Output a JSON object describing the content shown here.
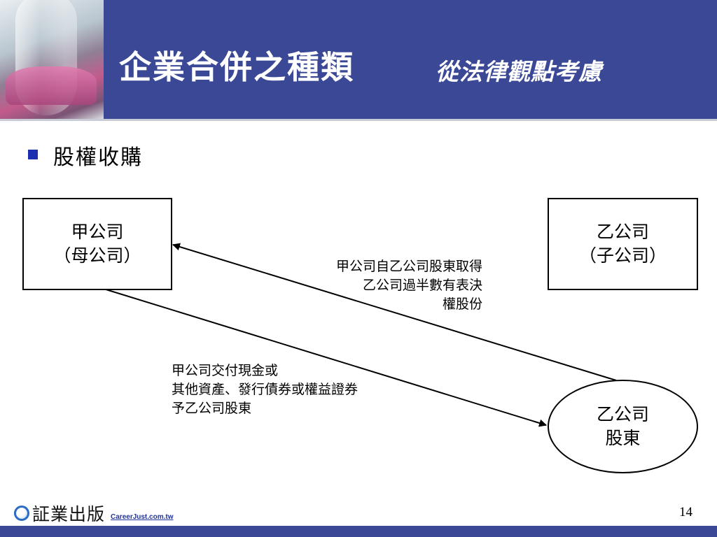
{
  "header": {
    "title": "企業合併之種類",
    "subtitle": "從法律觀點考慮"
  },
  "bullet": {
    "text": "股權收購"
  },
  "diagram": {
    "company_a": {
      "line1": "甲公司",
      "line2": "（母公司）"
    },
    "company_b": {
      "line1": "乙公司",
      "line2": "（子公司）"
    },
    "shareholders_b": {
      "line1": "乙公司",
      "line2": "股東"
    },
    "arrow_acquire_label": [
      "甲公司自乙公司股東取得",
      "乙公司過半數有表決",
      "權股份"
    ],
    "arrow_pay_label": [
      "甲公司交付現金或",
      "其他資產、發行債券或權益證券",
      "予乙公司股東"
    ]
  },
  "footer": {
    "publisher": "証業出版",
    "url": "CareerJust.com.tw",
    "page_number": "14"
  },
  "colors": {
    "header_bg": "#3a4896",
    "bullet": "#1c2fb0",
    "url": "#223399"
  },
  "icons": {
    "bullet": "square-bullet-icon",
    "logo": "circle-logo-icon",
    "header_image": "flask-photo"
  }
}
